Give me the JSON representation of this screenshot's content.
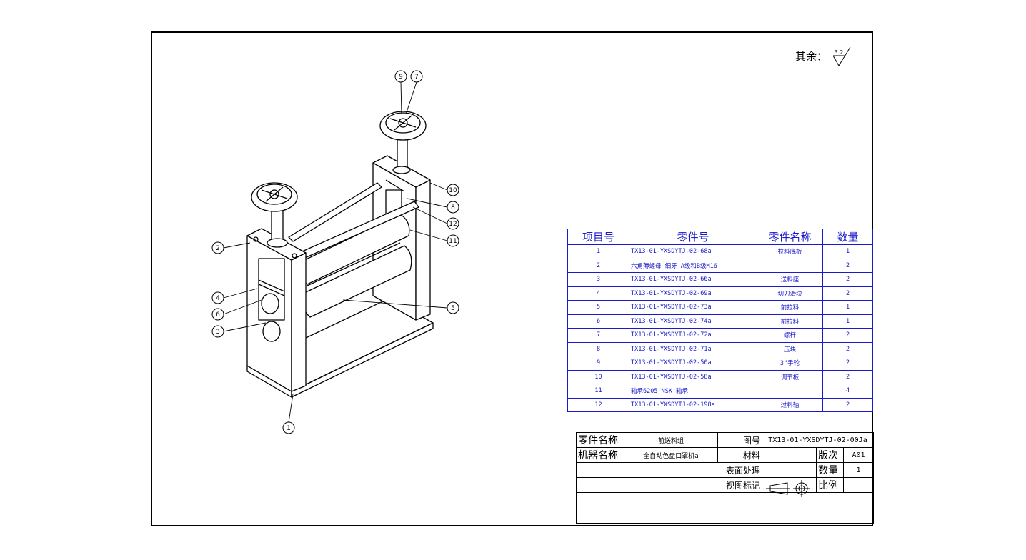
{
  "surface_note": {
    "label": "其余：",
    "roughness": "3.2"
  },
  "balloons": [
    "1",
    "2",
    "3",
    "4",
    "5",
    "6",
    "7",
    "8",
    "9",
    "10",
    "11",
    "12"
  ],
  "bom": {
    "headers": [
      "项目号",
      "零件号",
      "零件名称",
      "数量"
    ],
    "rows": [
      {
        "item": "1",
        "part_no": "TX13-01-YXSDYTJ-02-68a",
        "name": "拉料底板",
        "qty": "1"
      },
      {
        "item": "2",
        "part_no": "六角薄螺母 细牙 A级和B级M16",
        "name": "",
        "qty": "2"
      },
      {
        "item": "3",
        "part_no": "TX13-01-YXSDYTJ-02-66a",
        "name": "送料座",
        "qty": "2"
      },
      {
        "item": "4",
        "part_no": "TX13-01-YXSDYTJ-02-69a",
        "name": "切刀滑块",
        "qty": "2"
      },
      {
        "item": "5",
        "part_no": "TX13-01-YXSDYTJ-02-73a",
        "name": "前拉料",
        "qty": "1"
      },
      {
        "item": "6",
        "part_no": "TX13-01-YXSDYTJ-02-74a",
        "name": "前拉料",
        "qty": "1"
      },
      {
        "item": "7",
        "part_no": "TX13-01-YXSDYTJ-02-72a",
        "name": "螺杆",
        "qty": "2"
      },
      {
        "item": "8",
        "part_no": "TX13-01-YXSDYTJ-02-71a",
        "name": "压块",
        "qty": "2"
      },
      {
        "item": "9",
        "part_no": "TX13-01-YXSDYTJ-02-50a",
        "name": "3\"手轮",
        "qty": "2"
      },
      {
        "item": "10",
        "part_no": "TX13-01-YXSDYTJ-02-58a",
        "name": "调节板",
        "qty": "2"
      },
      {
        "item": "11",
        "part_no": "轴承6205   NSK 轴承",
        "name": "",
        "qty": "4"
      },
      {
        "item": "12",
        "part_no": "TX13-01-YXSDYTJ-02-198a",
        "name": "过料轴",
        "qty": "2"
      }
    ]
  },
  "title_block": {
    "part_name_label": "零件名称",
    "part_name": "前送料组",
    "drawing_no_label": "图号",
    "drawing_no": "TX13-01-YXSDYTJ-02-00Ja",
    "machine_name_label": "机器名称",
    "machine_name": "全自动色盘口罩机a",
    "material_label": "材料",
    "material": "",
    "revision_label": "版次",
    "revision": "A01",
    "surface_treatment_label": "表面处理",
    "quantity_label": "数量",
    "quantity": "1",
    "view_mark_label": "视图标记",
    "scale_label": "比例",
    "scale": ""
  },
  "colors": {
    "table": "#1a1acc",
    "line": "#000000"
  }
}
